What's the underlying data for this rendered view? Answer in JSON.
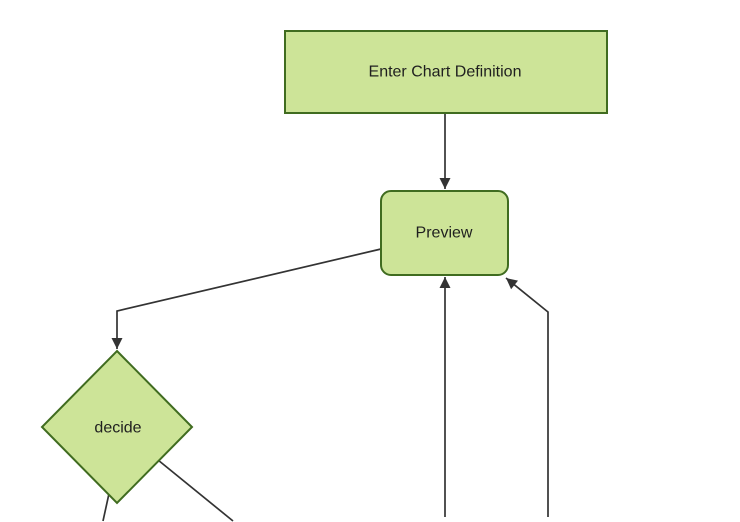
{
  "diagram": {
    "type": "flowchart",
    "direction": "top-down",
    "colors": {
      "background": "#ffffff",
      "node_fill": "#cde498",
      "node_border": "#406c20",
      "edge": "#333333",
      "text": "#1f1f1f"
    },
    "nodes": [
      {
        "id": "enter_chart_definition",
        "label": "Enter Chart Definition",
        "shape": "rectangle"
      },
      {
        "id": "preview",
        "label": "Preview",
        "shape": "rounded-rectangle"
      },
      {
        "id": "decide",
        "label": "decide",
        "shape": "diamond"
      }
    ],
    "edges": [
      {
        "from": "enter_chart_definition",
        "to": "preview",
        "arrowhead": true
      },
      {
        "from": "preview",
        "to": "decide",
        "arrowhead": true
      },
      {
        "from": "offscreen_bottom",
        "to": "preview",
        "arrowhead": true
      },
      {
        "from": "offscreen_bottom_right",
        "to": "preview",
        "arrowhead": true
      },
      {
        "from": "decide",
        "to": "offscreen_bottom_left",
        "arrowhead": false
      },
      {
        "from": "decide",
        "to": "offscreen_bottom_right",
        "arrowhead": false
      }
    ]
  }
}
